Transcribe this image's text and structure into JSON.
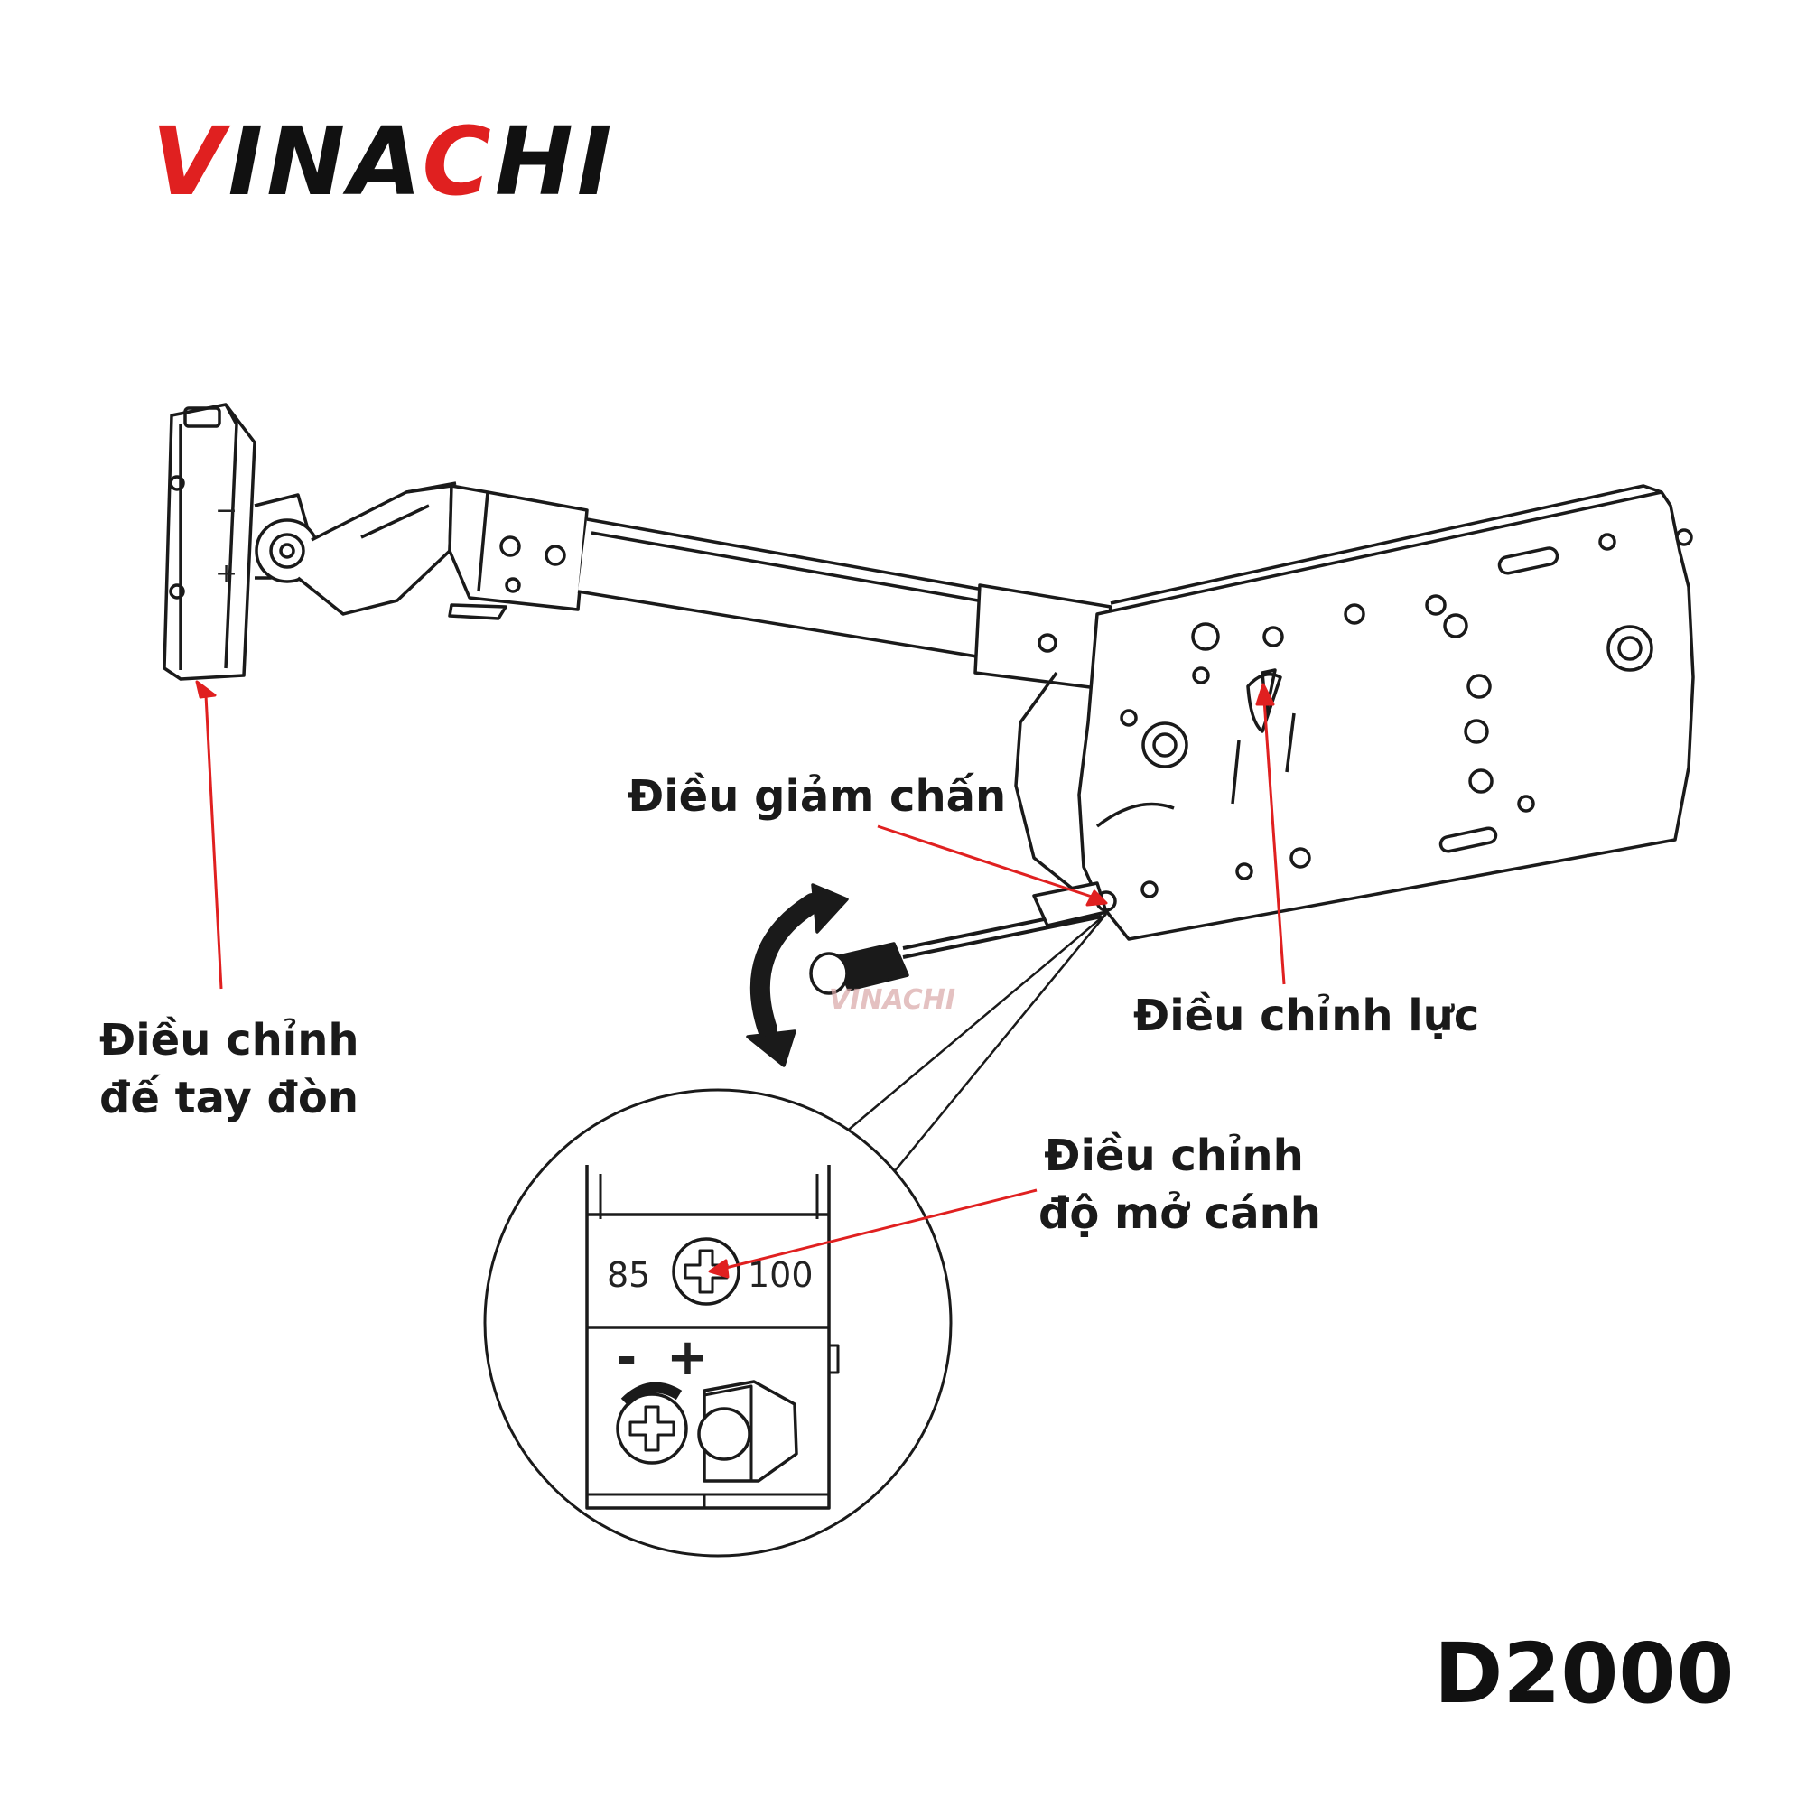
{
  "brand": {
    "part1": "V",
    "part2": "INA",
    "part3": "C",
    "part4": "HI",
    "watermark": "VINACHI"
  },
  "labels": {
    "damper": "Điều giảm chấn",
    "force": "Điều chỉnh lực",
    "arm_base_line1": "Điều chỉnh",
    "arm_base_line2": "đế tay đòn",
    "opening_line1": "Điều chỉnh",
    "opening_line2": "độ mở cánh"
  },
  "inset": {
    "left_value": "85",
    "right_value": "100",
    "minus": "-",
    "plus": "+"
  },
  "model_code": "D2000",
  "colors": {
    "accent": "#e02020",
    "line": "#1a1a1a"
  },
  "icons": [
    "rotation-arrow-icon",
    "screwdriver-icon",
    "phillips-screw-icon"
  ]
}
